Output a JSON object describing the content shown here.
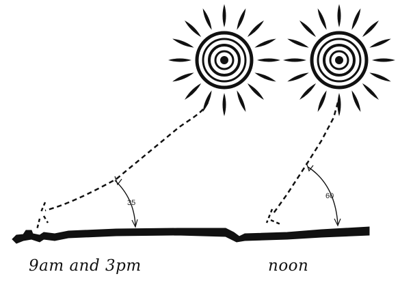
{
  "diagram": {
    "scenes": [
      {
        "id": "morning-afternoon",
        "caption": "9am and 3pm",
        "angle_label": "35",
        "sun_elevation_deg": 35
      },
      {
        "id": "noon",
        "caption": "noon",
        "angle_label": "60",
        "sun_elevation_deg": 60
      }
    ],
    "colors": {
      "ink": "#111111",
      "background": "#ffffff"
    },
    "icons": [
      "sun-icon",
      "sun-icon"
    ]
  }
}
